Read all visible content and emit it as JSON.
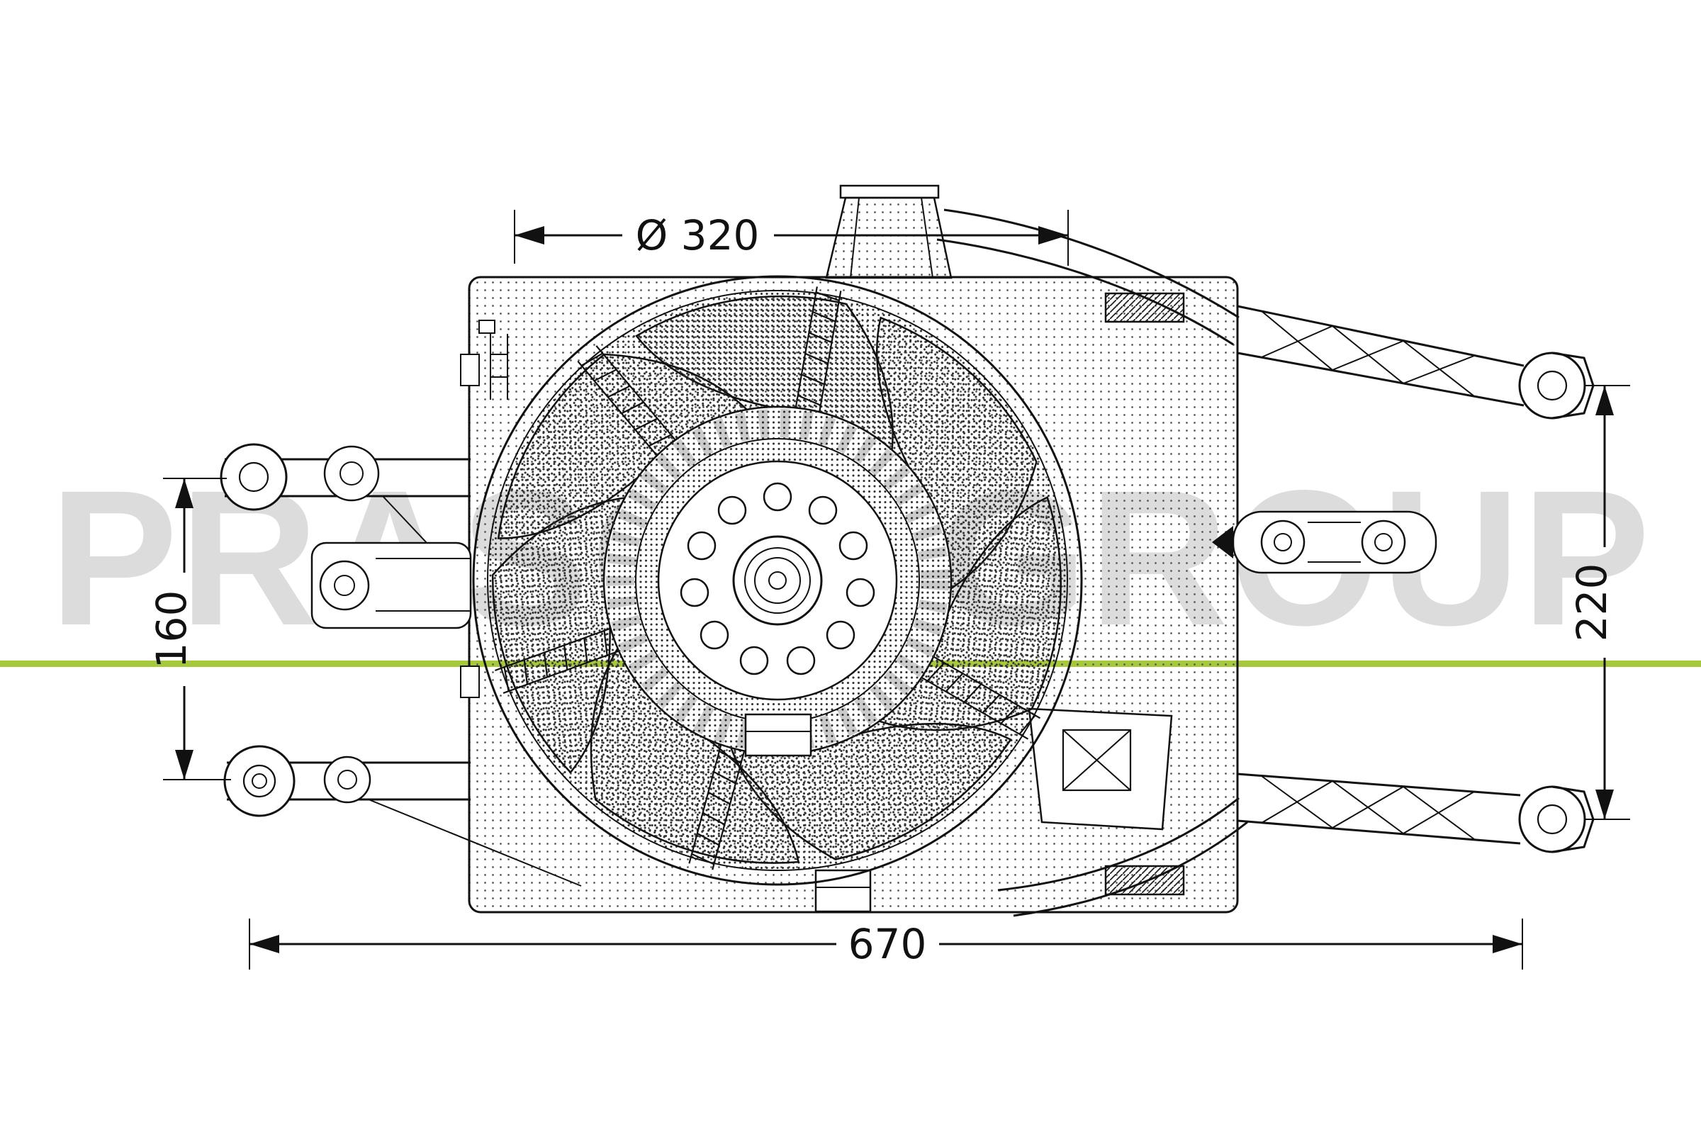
{
  "watermark": {
    "text": "PRASCO GROUP",
    "color": "#dcdcdc"
  },
  "accent_line": {
    "color": "#a6c93c"
  },
  "drawing": {
    "description": "radiator-cooling-fan-assembly-technical-drawing",
    "line_color": "#111111",
    "background": "#ffffff"
  },
  "dimensions": {
    "top_diameter": {
      "label": "Ø 320"
    },
    "left_height": {
      "label": "160"
    },
    "right_height": {
      "label": "220"
    },
    "bottom_width": {
      "label": "670"
    }
  }
}
